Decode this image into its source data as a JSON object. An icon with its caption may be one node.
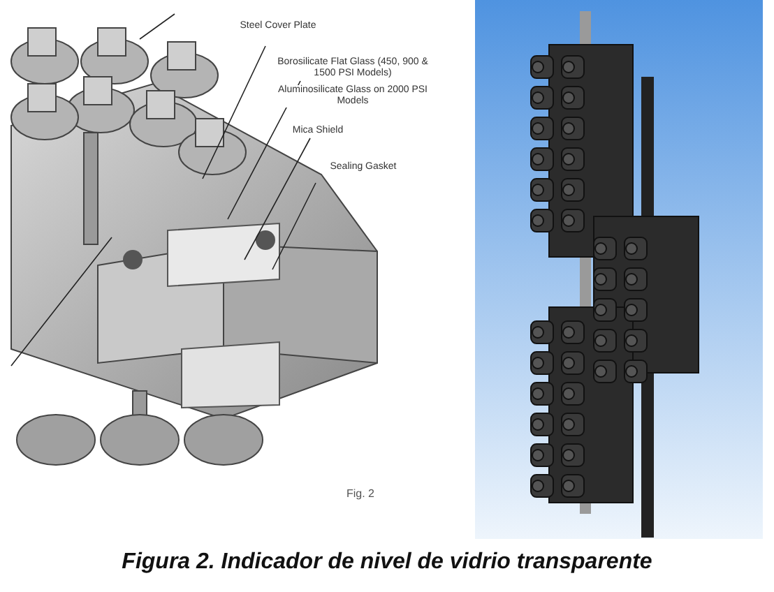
{
  "diagram": {
    "caption": "Figura 2. Indicador de nivel de vidrio transparente",
    "nodes": [
      {
        "text": [
          "Steel Cover Plate"
        ]
      },
      {
        "text": [
          "Borosilicate Flat Glass (450, 900 & 1500 PSI Models)",
          "Aluminosilicate Glass on 2000 PSI Models"
        ]
      },
      {
        "text": [
          "Mica Shield"
        ]
      },
      {
        "text": [
          "Sealing Gasket"
        ]
      }
    ],
    "edges": [
      {
        "from": 0,
        "to": null,
        "arrow": "none"
      },
      {
        "from": 1,
        "to": null,
        "arrow": "none"
      },
      {
        "from": 2,
        "to": null,
        "arrow": "none"
      },
      {
        "from": 3,
        "to": null,
        "arrow": "none"
      }
    ],
    "labels": [
      "Fig. 2"
    ]
  }
}
